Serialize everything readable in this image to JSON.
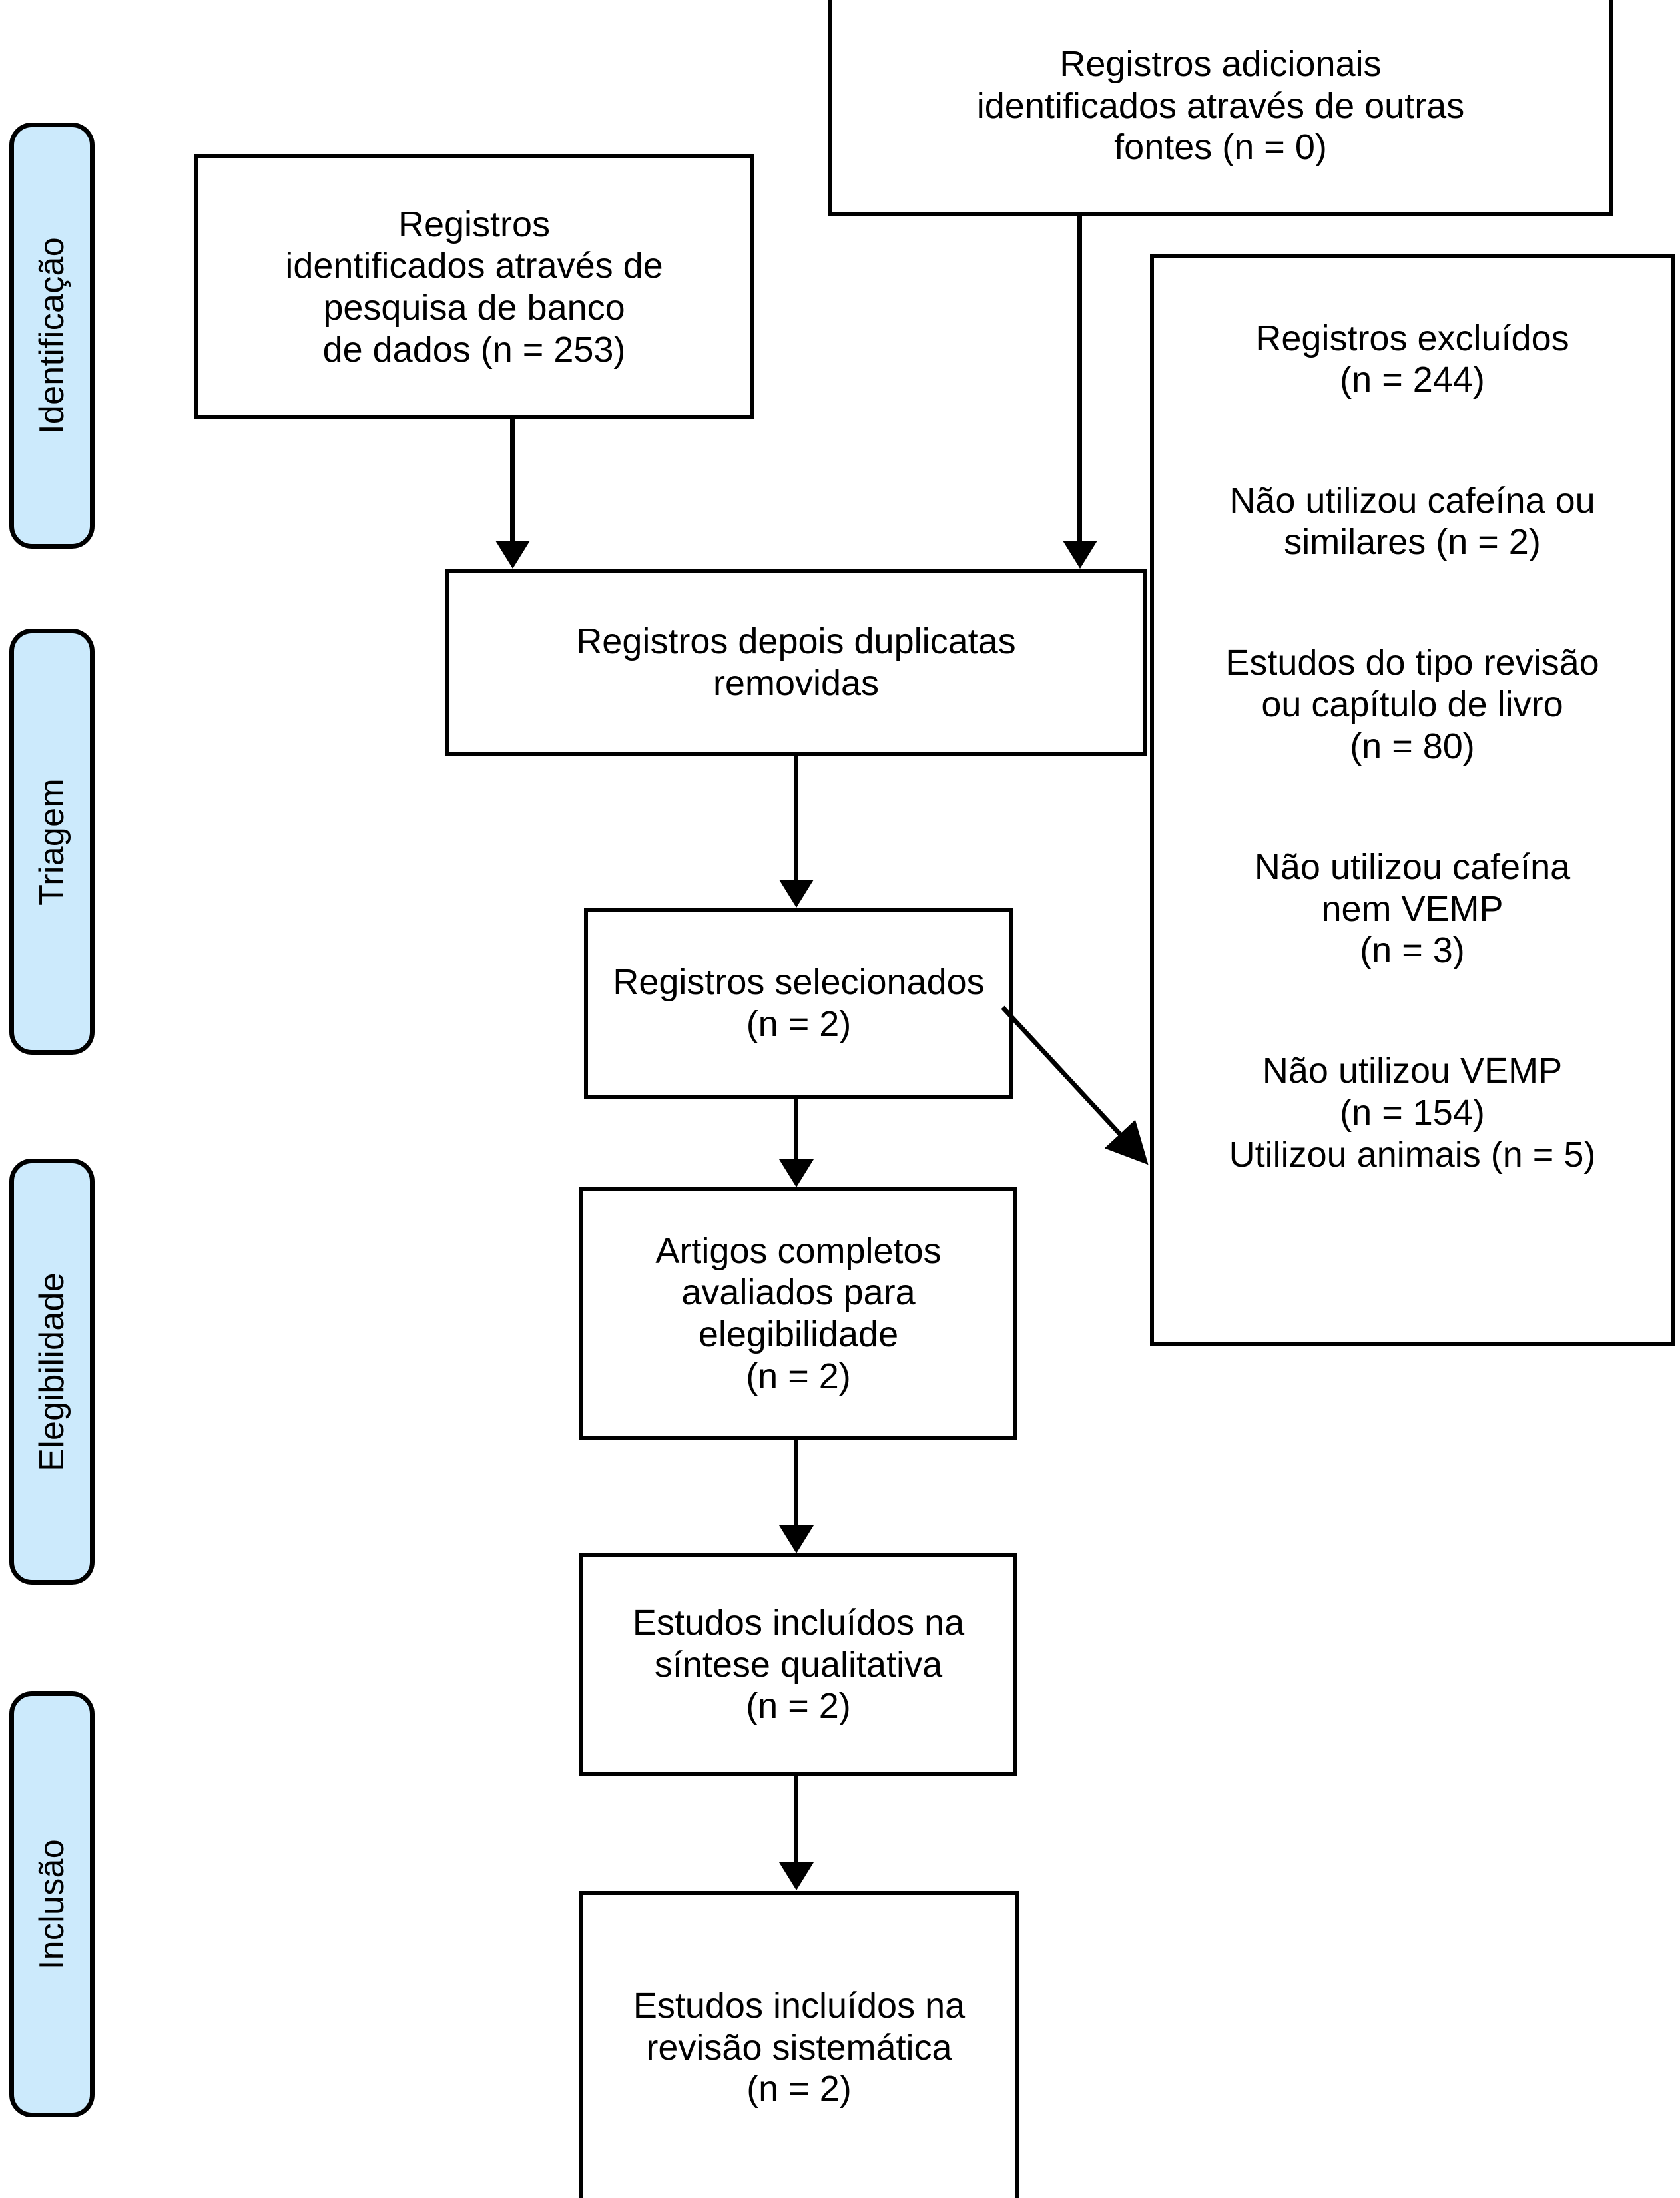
{
  "diagram": {
    "title": "PRISMA flow diagram",
    "language": "pt-BR",
    "accent_color": "#CCEAFC",
    "line_color": "#000000",
    "stages": [
      {
        "label": "Identificação"
      },
      {
        "label": "Triagem"
      },
      {
        "label": "Elegibilidade"
      },
      {
        "label": "Inclusão"
      }
    ],
    "nodes": {
      "database_records": "Registros\nidentificados através de\npesquisa de banco\nde dados (n = 253)",
      "other_sources": "Registros adicionais\nidentificados através de outras\nfontes (n = 0)",
      "after_duplicates": "Registros depois duplicatas\nremovidas",
      "screened": "Registros selecionados\n(n = 2)",
      "full_text": "Artigos completos\navaliados para\nelegibilidade\n(n = 2)",
      "qualitative": "Estudos incluídos na\nsíntese qualitativa\n(n = 2)",
      "systematic_review": "Estudos incluídos na\nrevisão sistemática\n(n = 2)"
    },
    "excluded": {
      "heading": "Registros excluídos\n(n = 244)",
      "reasons": [
        "Não utilizou cafeína ou\nsimilares (n = 2)",
        "Estudos do tipo revisão\nou capítulo de livro\n(n = 80)",
        "Não utilizou cafeína\nnem VEMP\n(n = 3)",
        "Não utilizou VEMP\n(n = 154)\nUtilizou animais (n = 5)"
      ]
    }
  }
}
